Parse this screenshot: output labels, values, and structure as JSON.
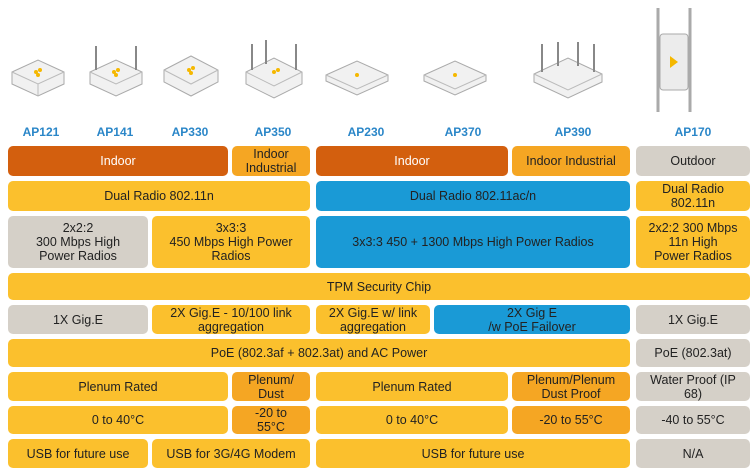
{
  "products": [
    "AP121",
    "AP141",
    "AP330",
    "AP350",
    "AP230",
    "AP370",
    "AP390",
    "AP170"
  ],
  "rows": {
    "environment": {
      "indoor_a": "Indoor",
      "indoor_industrial_a": "Indoor\nIndustrial",
      "indoor_b": "Indoor",
      "indoor_industrial_b": "Indoor Industrial",
      "outdoor": "Outdoor"
    },
    "radio": {
      "a": "Dual Radio 802.11n",
      "b": "Dual Radio 802.11ac/n",
      "c": "Dual Radio\n802.11n"
    },
    "mimo": {
      "a": "2x2:2\n300 Mbps High\nPower Radios",
      "b": "3x3:3\n450 Mbps High Power\nRadios",
      "c": "3x3:3 450 + 1300 Mbps High Power Radios",
      "d": "2x2:2 300 Mbps\n11n High\nPower Radios"
    },
    "security": "TPM Security Chip",
    "ethernet": {
      "a": "1X Gig.E",
      "b": "2X Gig.E - 10/100 link\naggregation",
      "c": "2X Gig.E w/ link\naggregation",
      "d": "2X Gig E\n/w PoE Failover",
      "e": "1X Gig.E"
    },
    "power": {
      "a": "PoE (802.3af + 802.3at) and AC Power",
      "b": "PoE (802.3at)"
    },
    "plenum": {
      "a": "Plenum Rated",
      "b": "Plenum/\nDust",
      "c": "Plenum Rated",
      "d": "Plenum/Plenum\nDust Proof",
      "e": "Water Proof (IP\n68)"
    },
    "temp": {
      "a": "0 to 40°C",
      "b": "-20 to\n55°C",
      "c": "0 to 40°C",
      "d": "-20 to 55°C",
      "e": "-40 to 55°C"
    },
    "usb": {
      "a": "USB for future use",
      "b": "USB for 3G/4G Modem",
      "c": "USB for future use",
      "d": "N/A"
    }
  },
  "colors": {
    "yellow": "#fbc02d",
    "dark_orange": "#d35f0e",
    "orange": "#f5a623",
    "blue": "#1a9ad6",
    "gray": "#d5d0c8",
    "label_blue": "#2a86c8"
  }
}
